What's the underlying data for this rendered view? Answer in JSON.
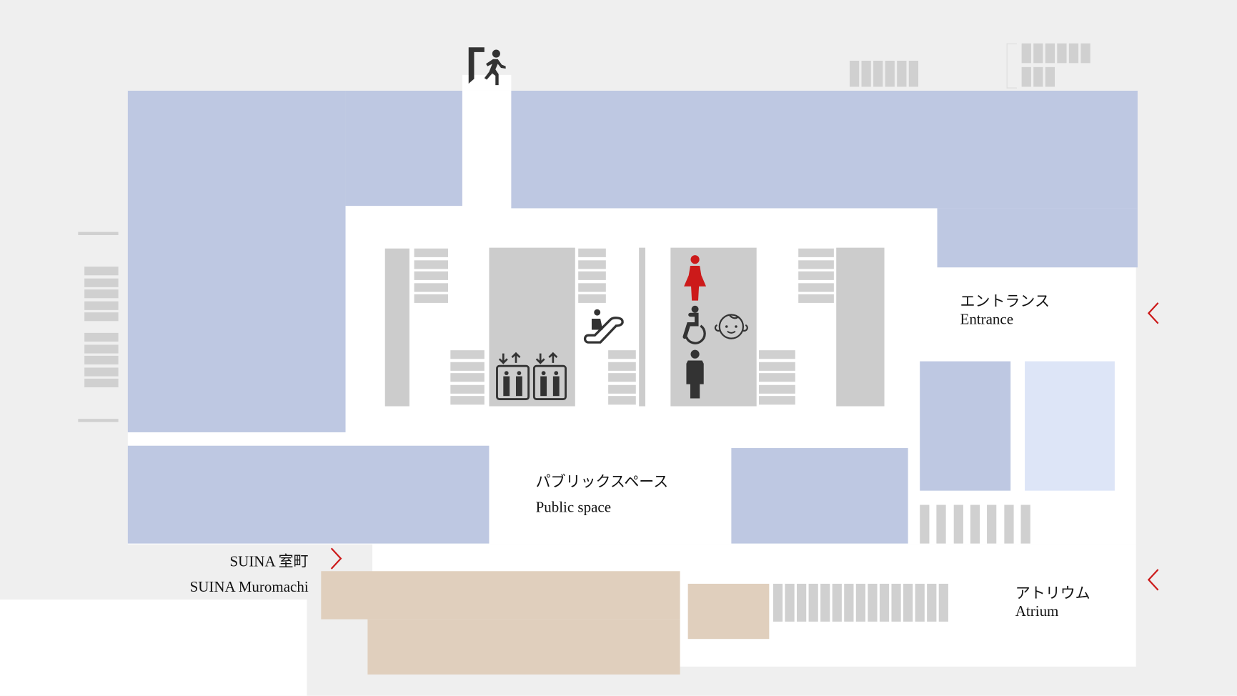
{
  "labels": {
    "entrance_ja": "エントランス",
    "entrance_en": "Entrance",
    "public_space_ja": "パブリックスペース",
    "public_space_en": "Public space",
    "atrium_ja": "アトリウム",
    "atrium_en": "Atrium",
    "suina_ja": "SUINA 室町",
    "suina_en": "SUINA Muromachi"
  },
  "icons": [
    "emergency-exit-icon",
    "escalator-icon",
    "elevator-icon",
    "womens-restroom-icon",
    "accessible-restroom-icon",
    "baby-care-icon",
    "mens-restroom-icon",
    "chevron-left-icon",
    "chevron-right-icon"
  ],
  "colors": {
    "shop": "#bec8e2",
    "shop_light": "#dde5f7",
    "tenant": "#e0cfbd",
    "core": "#cccccc",
    "accent": "#cc1a1a",
    "icon": "#333333"
  }
}
